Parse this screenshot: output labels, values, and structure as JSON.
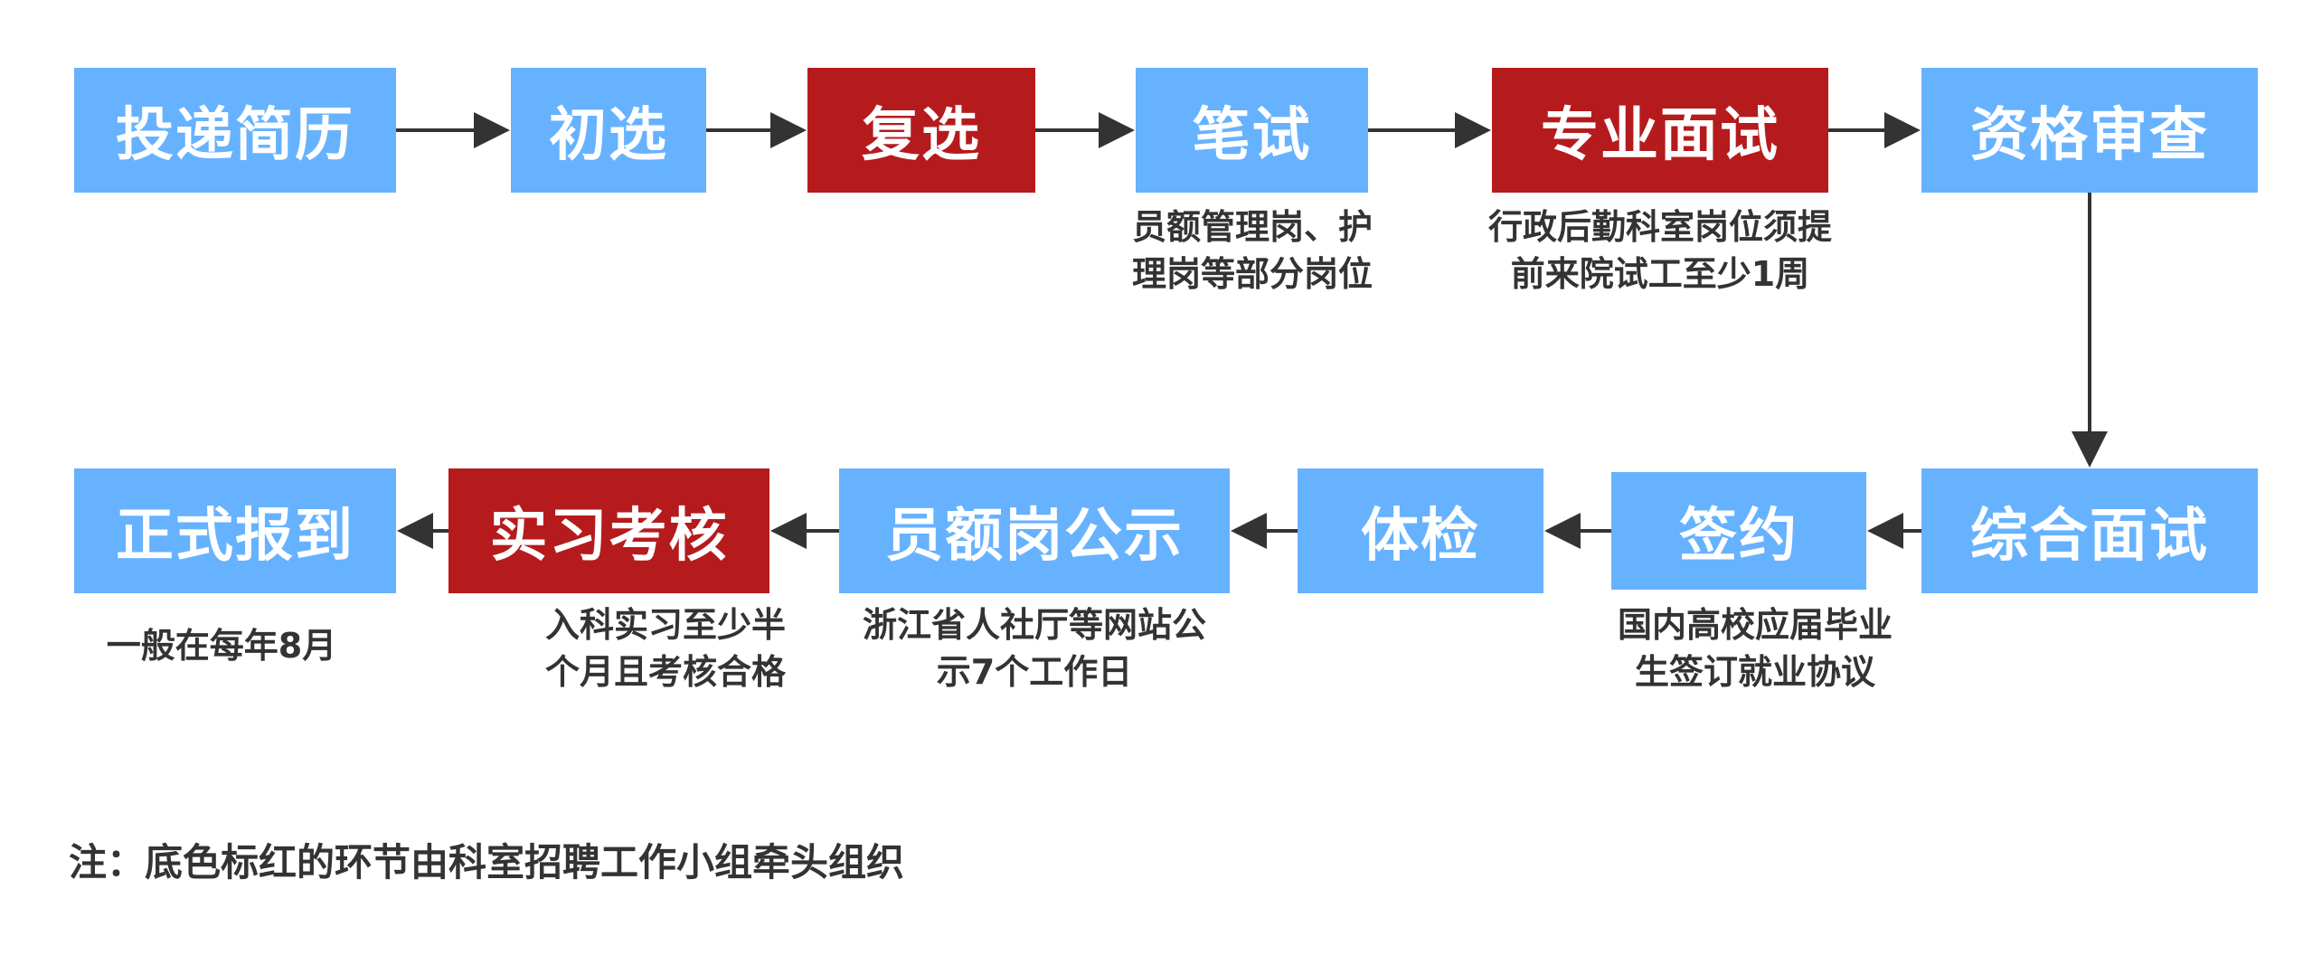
{
  "steps": [
    {
      "id": "submit_resume",
      "label": "投递简历",
      "highlight": false
    },
    {
      "id": "first_screen",
      "label": "初选",
      "highlight": false
    },
    {
      "id": "second_screen",
      "label": "复选",
      "highlight": true
    },
    {
      "id": "written_exam",
      "label": "笔试",
      "highlight": false
    },
    {
      "id": "professional_interview",
      "label": "专业面试",
      "highlight": true
    },
    {
      "id": "qualification_review",
      "label": "资格审查",
      "highlight": false
    },
    {
      "id": "comprehensive_interview",
      "label": "综合面试",
      "highlight": false
    },
    {
      "id": "sign_contract",
      "label": "签约",
      "highlight": false
    },
    {
      "id": "physical_exam",
      "label": "体检",
      "highlight": false
    },
    {
      "id": "publicity",
      "label": "员额岗公示",
      "highlight": false
    },
    {
      "id": "internship_assessment",
      "label": "实习考核",
      "highlight": true
    },
    {
      "id": "formal_report",
      "label": "正式报到",
      "highlight": false
    }
  ],
  "notes": {
    "written_exam": [
      "员额管理岗、护",
      "理岗等部分岗位"
    ],
    "professional_interview": [
      "行政后勤科室岗位须提",
      "前来院试工至少1周"
    ],
    "sign_contract": [
      "国内高校应届毕业",
      "生签订就业协议"
    ],
    "publicity": [
      "浙江省人社厅等网站公",
      "示7个工作日"
    ],
    "internship_assessment": [
      "入科实习至少半",
      "个月且考核合格"
    ],
    "formal_report": [
      "一般在每年8月"
    ]
  },
  "footer": "注：底色标红的环节由科室招聘工作小组牵头组织",
  "colors": {
    "blue": "#66b2ff",
    "red": "#b51b1d",
    "arrow": "#333333",
    "text": "#333333"
  }
}
